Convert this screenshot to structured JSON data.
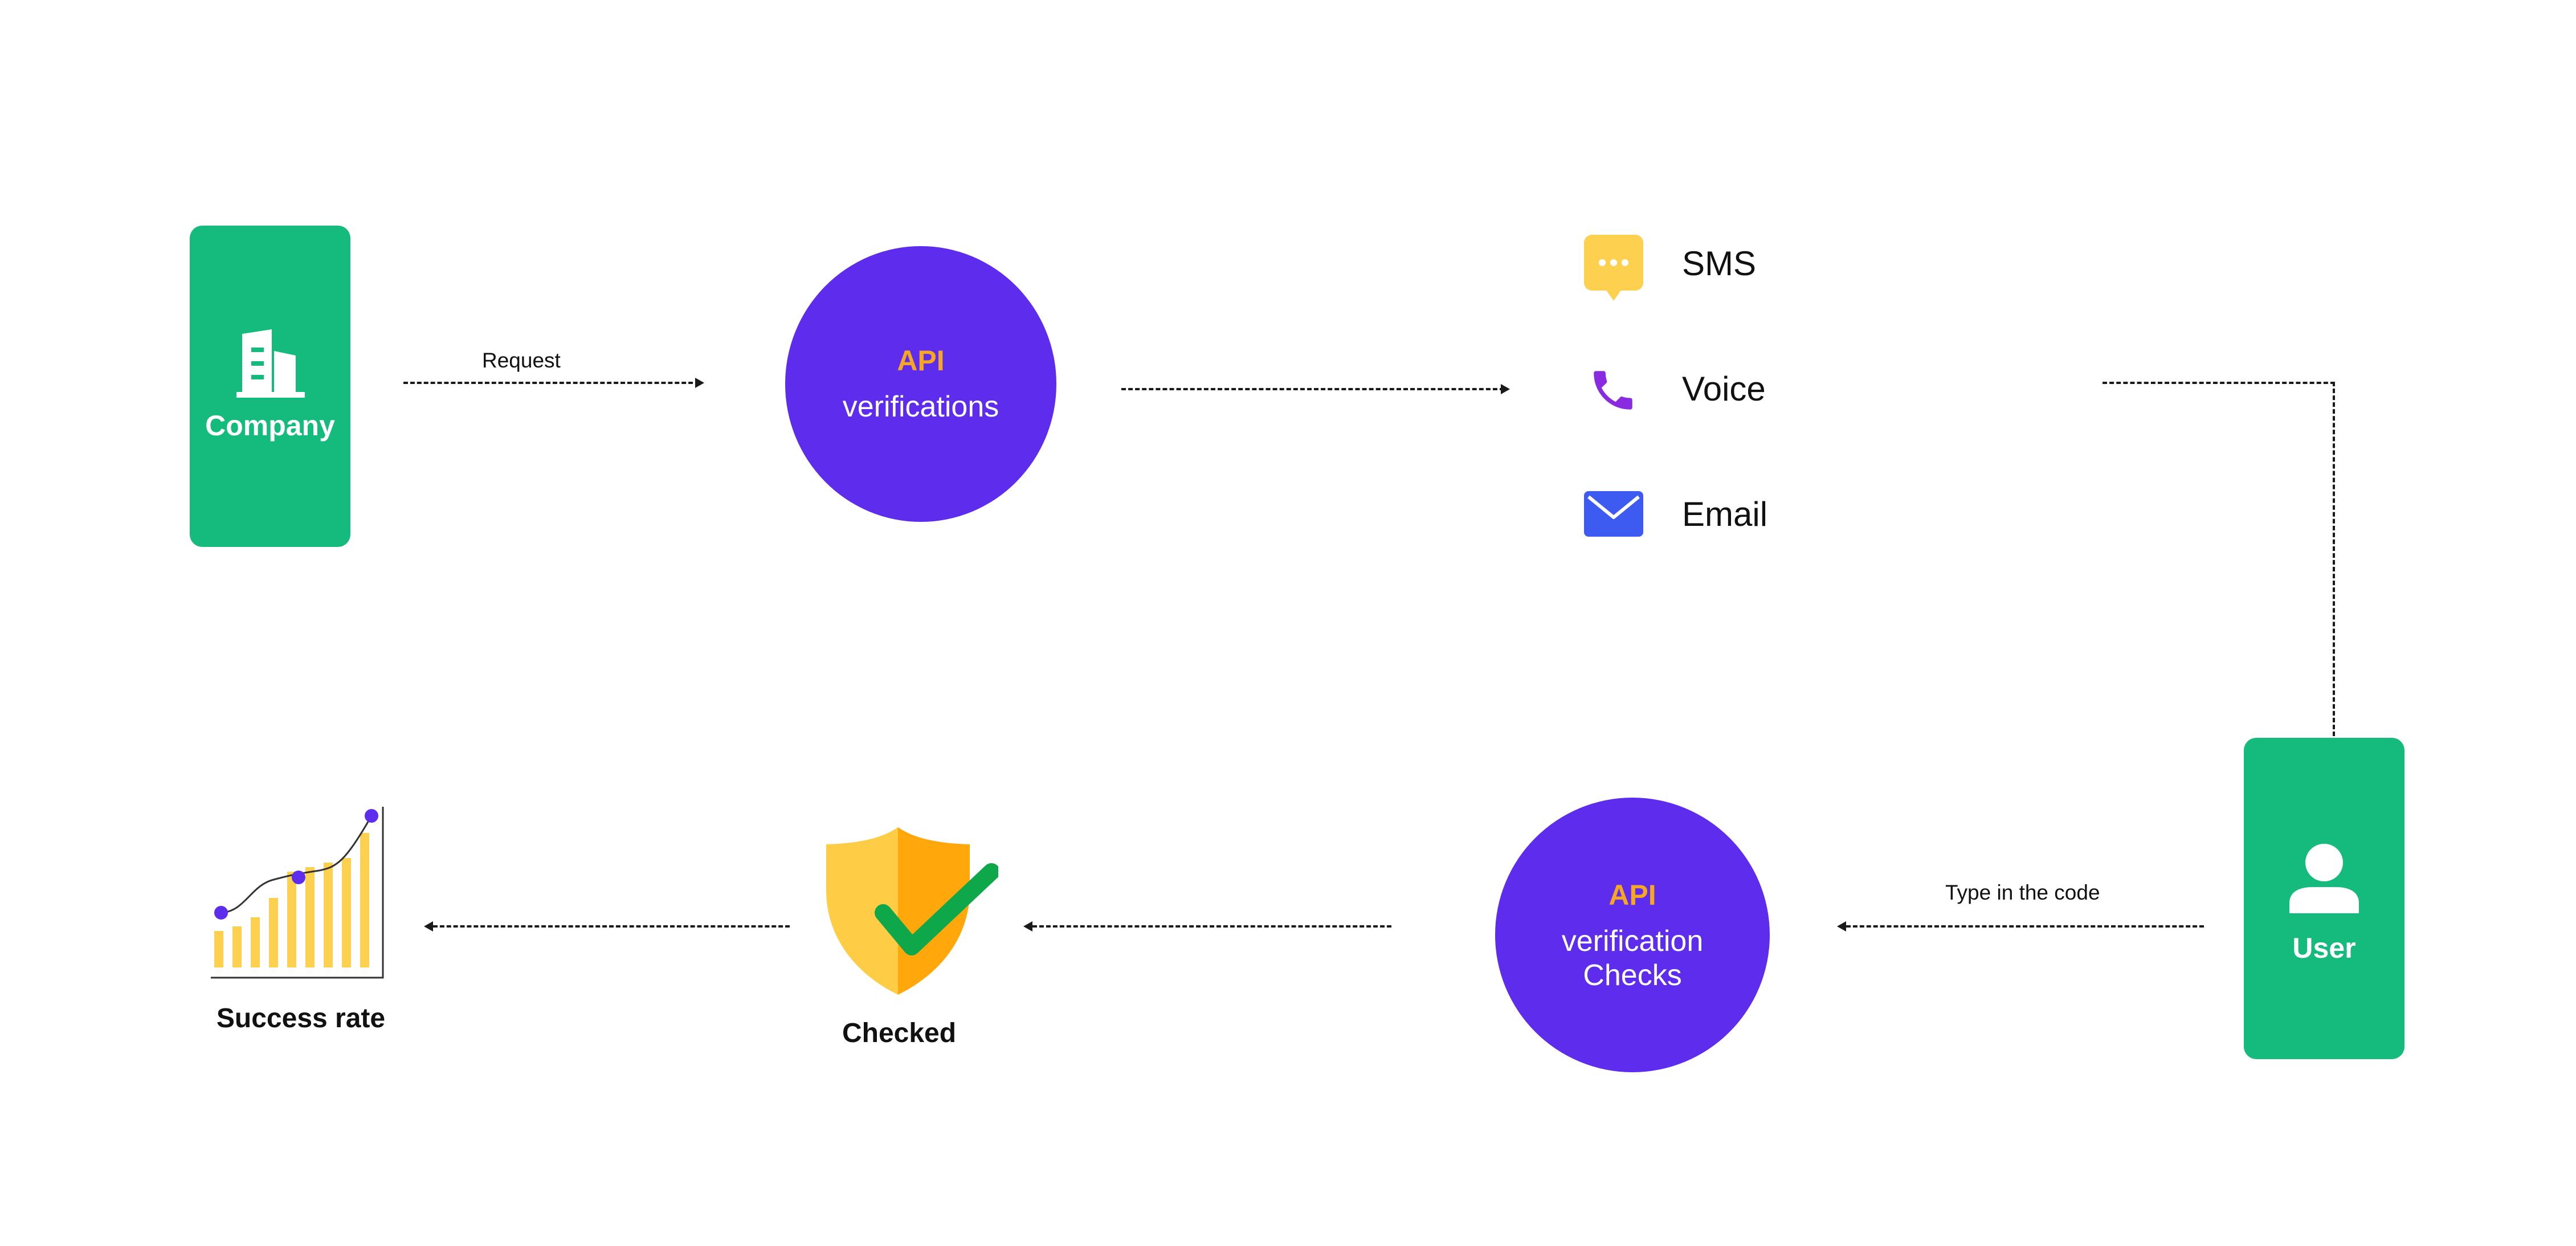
{
  "company": {
    "label": "Company",
    "icon": "building-icon"
  },
  "request_label": "Request",
  "api_verifications": {
    "api": "API",
    "label": "verifications"
  },
  "channels": [
    {
      "label": "SMS",
      "icon": "chat-bubble-icon"
    },
    {
      "label": "Voice",
      "icon": "phone-icon"
    },
    {
      "label": "Email",
      "icon": "envelope-icon"
    }
  ],
  "user": {
    "label": "User",
    "icon": "person-icon"
  },
  "type_code_label": "Type in the code",
  "api_checks": {
    "api": "API",
    "line1": "verification",
    "line2": "Checks"
  },
  "checked_label": "Checked",
  "success_label": "Success rate",
  "colors": {
    "card_green": "#14bb7c",
    "circle_purple": "#5d2ced",
    "api_orange": "#f5a623",
    "sms_yellow": "#fdd04f",
    "voice_purple": "#8a2be2",
    "email_blue": "#3d5af1",
    "check_green": "#0ea84a"
  }
}
